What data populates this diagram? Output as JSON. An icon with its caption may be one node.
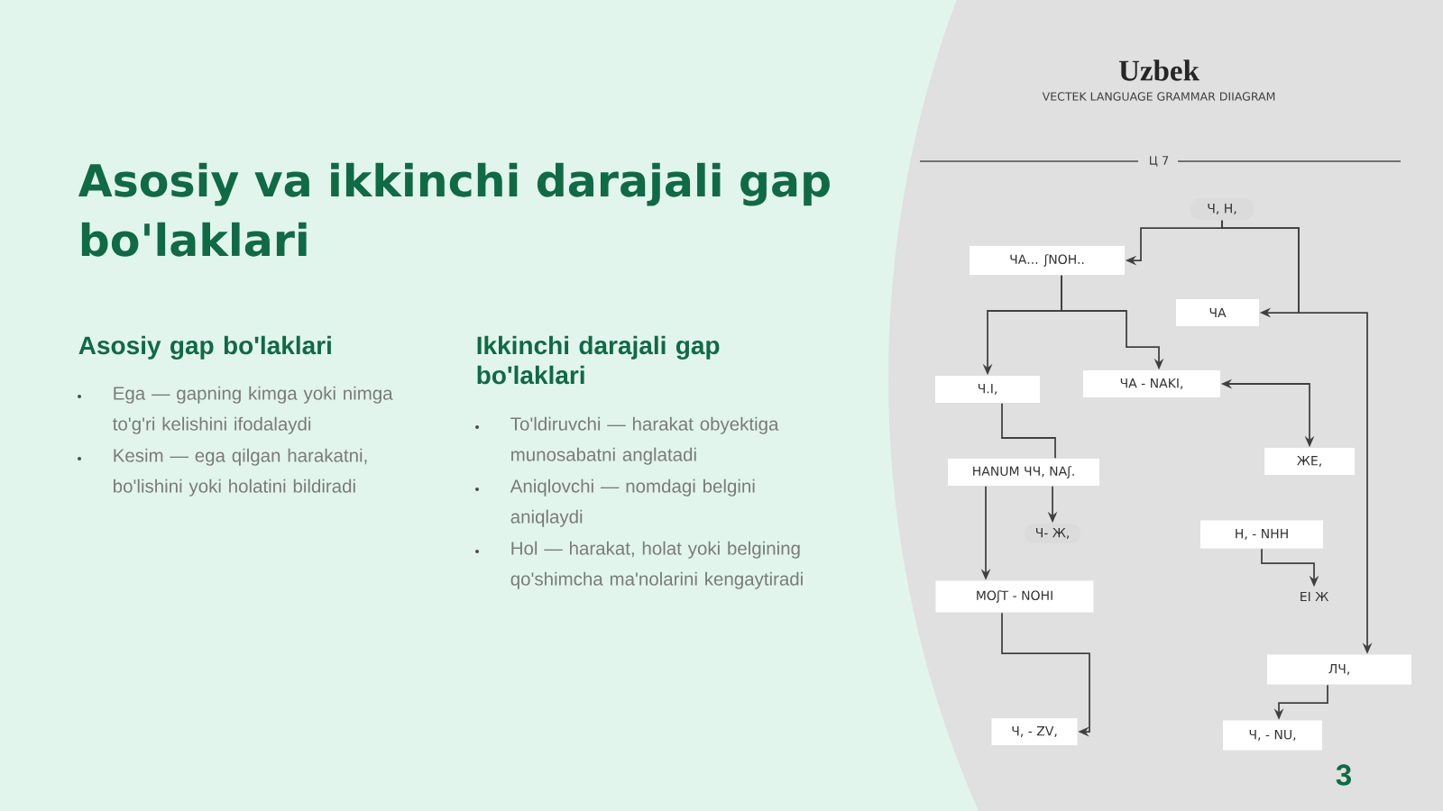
{
  "diagram": {
    "title": "Asosiy va ikkinchi darajali gap bo'laklari",
    "nodes": [
      {
        "text": [
          "Ч, Н,"
        ]
      },
      {
        "text": [
          "ЧА... ʃNOH.."
        ]
      },
      {
        "text": [
          "ЧА"
        ]
      },
      {
        "text": [
          "Ч.I,"
        ]
      },
      {
        "text": [
          "ЧА - NAKI,"
        ]
      },
      {
        "text": [
          "HANUM ЧЧ, NAʃ."
        ]
      },
      {
        "text": [
          "ЖE,"
        ]
      },
      {
        "text": [
          "Ч- Ж,"
        ]
      },
      {
        "text": [
          "Н, - NHH"
        ]
      },
      {
        "text": [
          "MOʃT - NOHI"
        ]
      },
      {
        "text": [
          "EI Ж"
        ]
      },
      {
        "text": [
          "ЛЧ,"
        ]
      },
      {
        "text": [
          "Ч, - ZV,"
        ]
      },
      {
        "text": [
          "Ч, - NU,"
        ]
      }
    ],
    "edges": [
      {
        "from": 0,
        "to": 1,
        "arrow": "to"
      },
      {
        "from": 0,
        "to": 2,
        "arrow": "to"
      },
      {
        "from": 0,
        "to": 11,
        "arrow": "to"
      },
      {
        "from": 1,
        "to": 3,
        "arrow": "to"
      },
      {
        "from": 1,
        "to": 4,
        "arrow": "to"
      },
      {
        "from": 6,
        "to": 4,
        "arrow": "both"
      },
      {
        "from": 3,
        "to": 5,
        "arrow": "none"
      },
      {
        "from": 5,
        "to": 7,
        "arrow": "to"
      },
      {
        "from": 5,
        "to": 9,
        "arrow": "to"
      },
      {
        "from": 9,
        "to": 12,
        "arrow": "to"
      },
      {
        "from": 8,
        "to": 10,
        "arrow": "to"
      },
      {
        "from": 11,
        "to": 13,
        "arrow": "to"
      }
    ],
    "labels": [
      "Asosiy gap bo'laklari",
      "Ega — gapning kimga yoki nimga to'g'ri kelishini ifodalaydi",
      "Kesim — ega qilgan harakatni, bo'lishini yoki holatini bildiradi",
      "Ikkinchi darajali gap bo'laklari",
      "To'ldiruvchi — harakat obyektiga munosabatni anglatadi",
      "Aniqlovchi — nomdagi belgini aniqlaydi",
      "Hol — harakat, holat yoki belgining qo'shimcha ma'nolarini kengaytiradi",
      "Uzbek",
      "VECTEK LANGUAGE GRAMMAR DIIAGRAM",
      "Ц 7",
      "3"
    ]
  }
}
